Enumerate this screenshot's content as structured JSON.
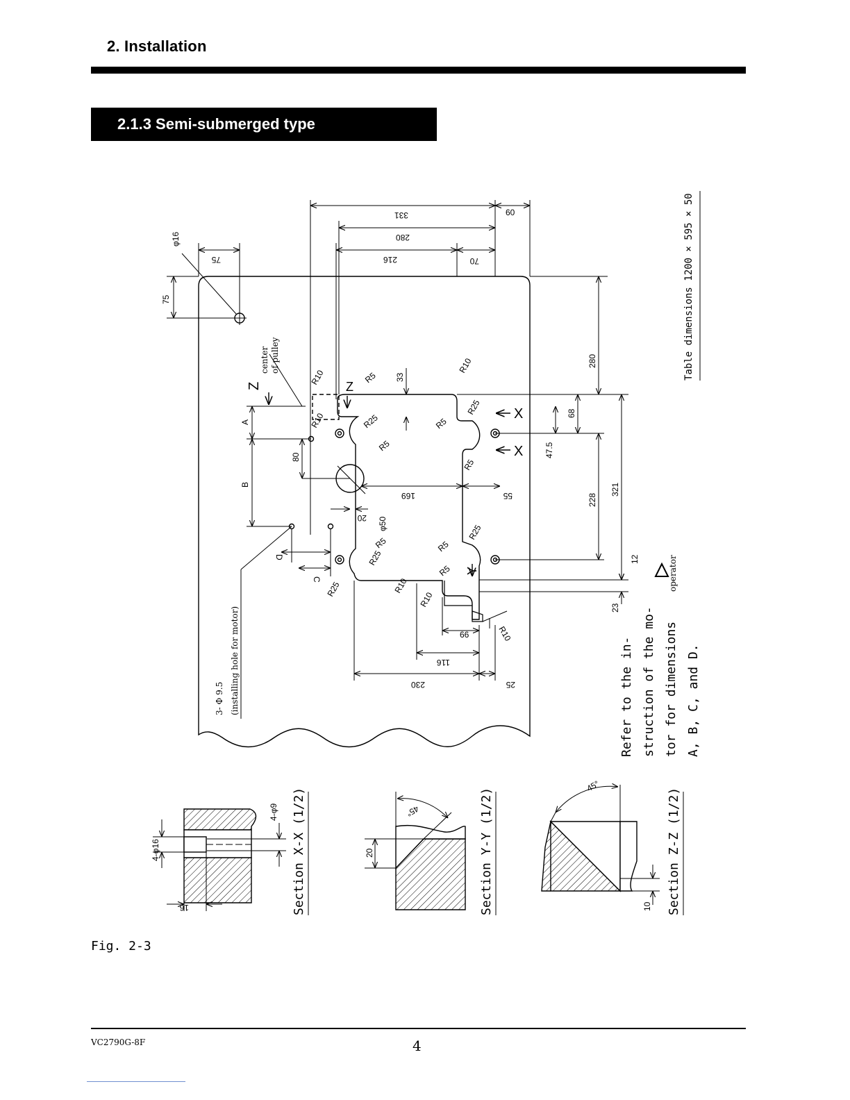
{
  "header": {
    "section": "2. Installation"
  },
  "banner": {
    "title": "2.1.3  Semi-submerged type"
  },
  "drawing": {
    "table_dims": "Table dimensions 1200 × 595 × 50",
    "note_lines": [
      "Refer to the in-",
      "struction of the mo-",
      "tor for dimensions",
      "A, B, C, and D."
    ],
    "operator": "operator",
    "center_pulley": [
      "center",
      "of pulley"
    ],
    "motor_hole": [
      "3- Φ 9.5",
      "(installing hole for motor)"
    ],
    "dims": {
      "d331": "331",
      "d60": "60",
      "d280top": "280",
      "d216": "216",
      "d70": "70",
      "d75a": "75",
      "d75b": "75",
      "phi16": "φ16",
      "d280": "280",
      "d321": "321",
      "d228": "228",
      "d68": "68",
      "d47_5": "47.5",
      "d33": "33",
      "d169": "169",
      "d55": "55",
      "d80": "80",
      "d20": "20",
      "phi50": "φ50",
      "d12": "12",
      "d23": "23",
      "d66": "66",
      "d116": "116",
      "d230": "230",
      "d25": "25"
    },
    "radii": [
      "R10",
      "R5",
      "R10",
      "R25",
      "R10",
      "R25",
      "R5",
      "R5",
      "R25",
      "R5",
      "R5",
      "R25",
      "R10",
      "R10",
      "R5",
      "R25",
      "R5",
      "R10"
    ],
    "letters": [
      "Z",
      "Z",
      "X",
      "X",
      "Y",
      "A",
      "B",
      "C",
      "D"
    ],
    "sections": {
      "xx": {
        "title": "Section X-X (1/2)",
        "d1": "4-φ16",
        "d2": "4-φ9",
        "d3": "16"
      },
      "yy": {
        "title": "Section Y-Y (1/2)",
        "d1": "20",
        "angle": "45°"
      },
      "zz": {
        "title": "Section Z-Z (1/2)",
        "d1": "10",
        "angle": "45°"
      }
    }
  },
  "figure": {
    "caption": "Fig.  2-3"
  },
  "footer": {
    "doc_id": "VC2790G-8F",
    "page": "4"
  }
}
